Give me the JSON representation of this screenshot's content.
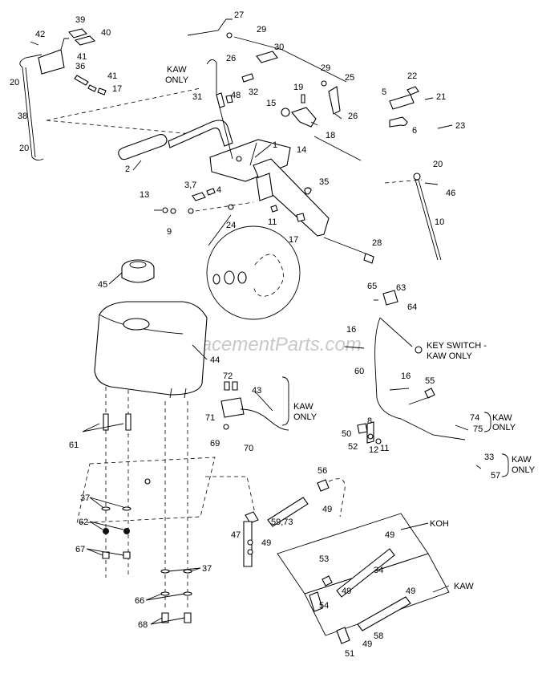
{
  "watermark": "eReplacementParts.com",
  "notes": {
    "kaw_only_1": "KAW",
    "kaw_only_1b": "ONLY",
    "kaw_only_2": "KAW",
    "kaw_only_2b": "ONLY",
    "kaw_only_3": "KAW",
    "kaw_only_3b": "ONLY",
    "kaw_only_4": "KAW",
    "kaw_only_4b": "ONLY",
    "key_switch": "KEY SWITCH -",
    "key_switch_b": "KAW ONLY",
    "koh": "KOH",
    "kaw": "KAW"
  },
  "callouts": {
    "c1": "1",
    "c2": "2",
    "c3_7": "3,7",
    "c4": "4",
    "c5": "5",
    "c6": "6",
    "c8": "8",
    "c9": "9",
    "c10": "10",
    "c11a": "11",
    "c11b": "11",
    "c12": "12",
    "c13": "13",
    "c14": "14",
    "c15": "15",
    "c16a": "16",
    "c16b": "16",
    "c17a": "17",
    "c17b": "17",
    "c18": "18",
    "c19": "19",
    "c20a": "20",
    "c20b": "20",
    "c20c": "20",
    "c21": "21",
    "c22": "22",
    "c23": "23",
    "c24": "24",
    "c25": "25",
    "c26a": "26",
    "c26b": "26",
    "c27": "27",
    "c28": "28",
    "c29a": "29",
    "c29b": "29",
    "c30": "30",
    "c31": "31",
    "c32": "32",
    "c33": "33",
    "c34": "34",
    "c35": "35",
    "c36": "36",
    "c37a": "37",
    "c37b": "37",
    "c38": "38",
    "c39": "39",
    "c40": "40",
    "c41a": "41",
    "c41b": "41",
    "c42": "42",
    "c43": "43",
    "c44": "44",
    "c45": "45",
    "c46": "46",
    "c47": "47",
    "c48": "48",
    "c49a": "49",
    "c49b": "49",
    "c49c": "49",
    "c49d": "49",
    "c49e": "49",
    "c49f": "49",
    "c50": "50",
    "c51": "51",
    "c52": "52",
    "c53": "53",
    "c54": "54",
    "c55": "55",
    "c56": "56",
    "c57": "57",
    "c58": "58",
    "c59_73": "59,73",
    "c60": "60",
    "c61": "61",
    "c62": "62",
    "c63": "63",
    "c64": "64",
    "c65": "65",
    "c66": "66",
    "c67": "67",
    "c68": "68",
    "c69": "69",
    "c70": "70",
    "c71": "71",
    "c72": "72",
    "c74": "74",
    "c75": "75"
  }
}
